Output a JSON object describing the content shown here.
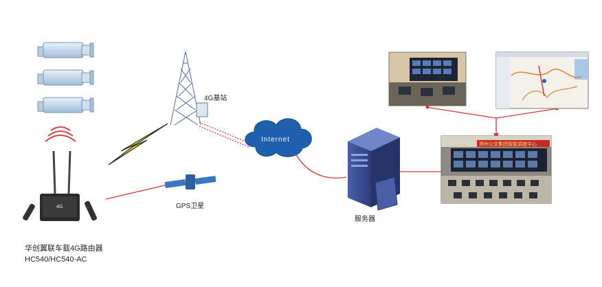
{
  "labels": {
    "base_station": "4G基站",
    "internet": "Internet",
    "gps": "GPS卫星",
    "server": "服务器",
    "router_name": "华创翼联车载4G路由器",
    "router_model": "HC540/HC540-AC",
    "banner": "郑州公交集团智能调度中心"
  },
  "colors": {
    "connection": "#e03030",
    "cloud": "#1e5fae",
    "server": "#3b4f8f",
    "lightning": "#f2e600",
    "tower": "#6a7fb0"
  },
  "icons": [
    "camera-icon",
    "signal-waves-icon",
    "router-icon",
    "antenna-icon",
    "lightning-icon",
    "tower-icon",
    "cloud-icon",
    "satellite-icon",
    "server-icon",
    "monitoring-room-photo",
    "map-screenshot",
    "control-center-photo"
  ]
}
